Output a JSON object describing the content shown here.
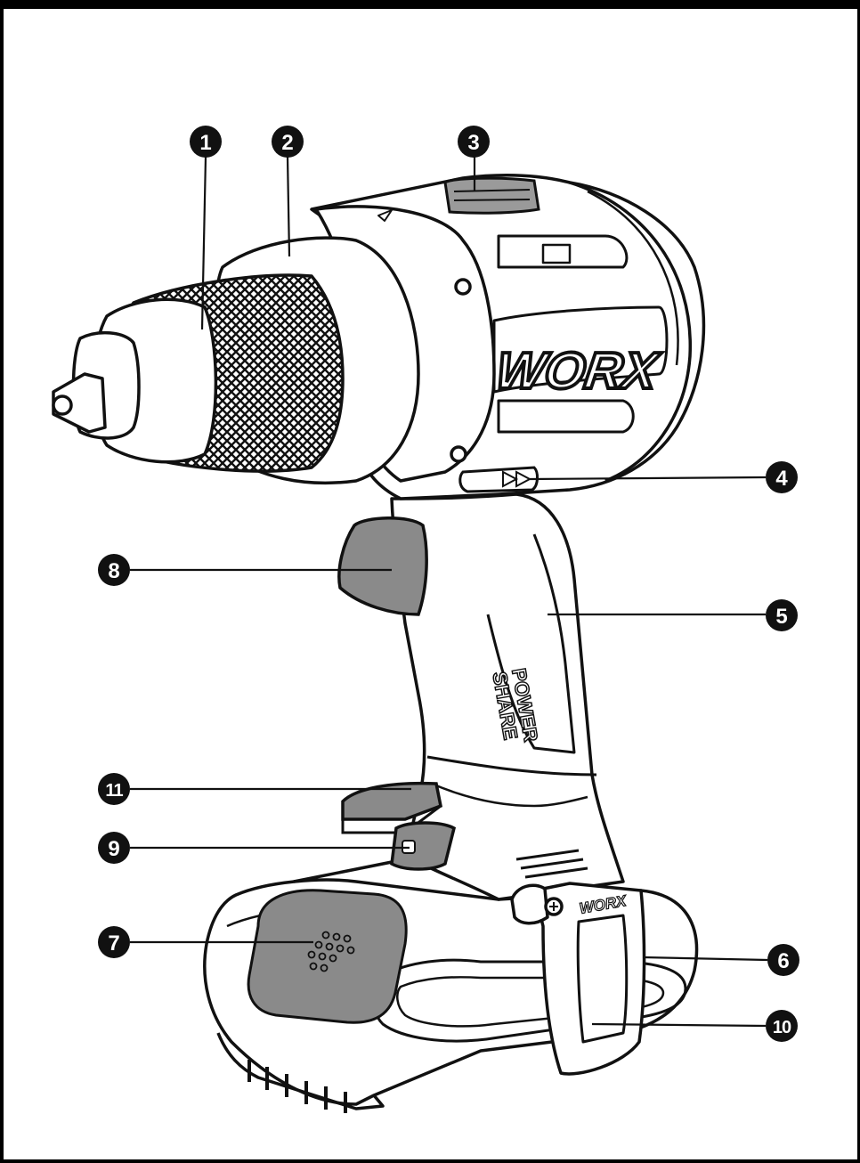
{
  "brand": "WORX",
  "grip_text_line1": "POWER",
  "grip_text_line2": "SHARE",
  "clip_brand": "WORX",
  "callouts": [
    {
      "label": "1"
    },
    {
      "label": "2"
    },
    {
      "label": "3"
    },
    {
      "label": "4"
    },
    {
      "label": "5"
    },
    {
      "label": "6"
    },
    {
      "label": "7"
    },
    {
      "label": "8"
    },
    {
      "label": "9"
    },
    {
      "label": "10"
    },
    {
      "label": "11"
    }
  ]
}
